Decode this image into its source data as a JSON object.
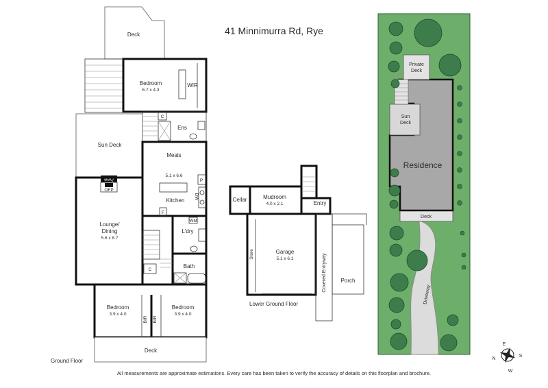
{
  "title": "41 Minnimurra Rd, Rye",
  "disclaimer": "All measurements are approximate estimations. Every care has been taken to verify the accuracy of details on this floorplan and brochure.",
  "ground_floor": {
    "label": "Ground Floor",
    "rooms": {
      "deck_top": "Deck",
      "bedroom_main": "Bedroom",
      "bedroom_main_dim": "6.7 x 4.3",
      "wir": "WIR",
      "ens": "Ens",
      "c1": "C",
      "sun_deck": "Sun Deck",
      "meals": "Meals",
      "meals_dim": "5.1 x 6.6",
      "p": "P",
      "dw": "DW",
      "kitchen": "Kitchen",
      "bbq": "BBQ",
      "ofp": "OFP",
      "f": "F",
      "wm": "WM",
      "ldry": "L'dry",
      "lounge": "Lounge/",
      "lounge2": "Dining",
      "lounge_dim": "5.6 x 8.7",
      "bath": "Bath",
      "c2": "C",
      "bedroom2": "Bedroom",
      "bedroom2_dim": "3.9 x 4.0",
      "bedroom3": "Bedroom",
      "bedroom3_dim": "3.9 x 4.0",
      "bir1": "BIR",
      "bir2": "BIR",
      "deck_bottom": "Deck"
    }
  },
  "lower_ground_floor": {
    "label": "Lower Ground Floor",
    "rooms": {
      "cellar": "Cellar",
      "mudroom": "Mudroom",
      "mudroom_dim": "4.0 x 2.1",
      "entry": "Entry",
      "store": "Store",
      "garage": "Garage",
      "garage_dim": "5.1 x 6.1",
      "covered_entryway": "Covered Entryway",
      "porch": "Porch"
    }
  },
  "site": {
    "private_deck": "Private",
    "private_deck2": "Deck",
    "sun_deck": "Sun",
    "sun_deck2": "Deck",
    "residence": "Residence",
    "deck": "Deck",
    "driveway": "Driveway"
  },
  "compass": {
    "n": "N",
    "e": "E",
    "s": "S",
    "w": "W"
  },
  "colors": {
    "lawn": "#6eae6b",
    "house": "#a8a8a8",
    "tree": "#3d7d4c",
    "driveway": "#dcdcdc",
    "text": "#2b2b2b"
  }
}
